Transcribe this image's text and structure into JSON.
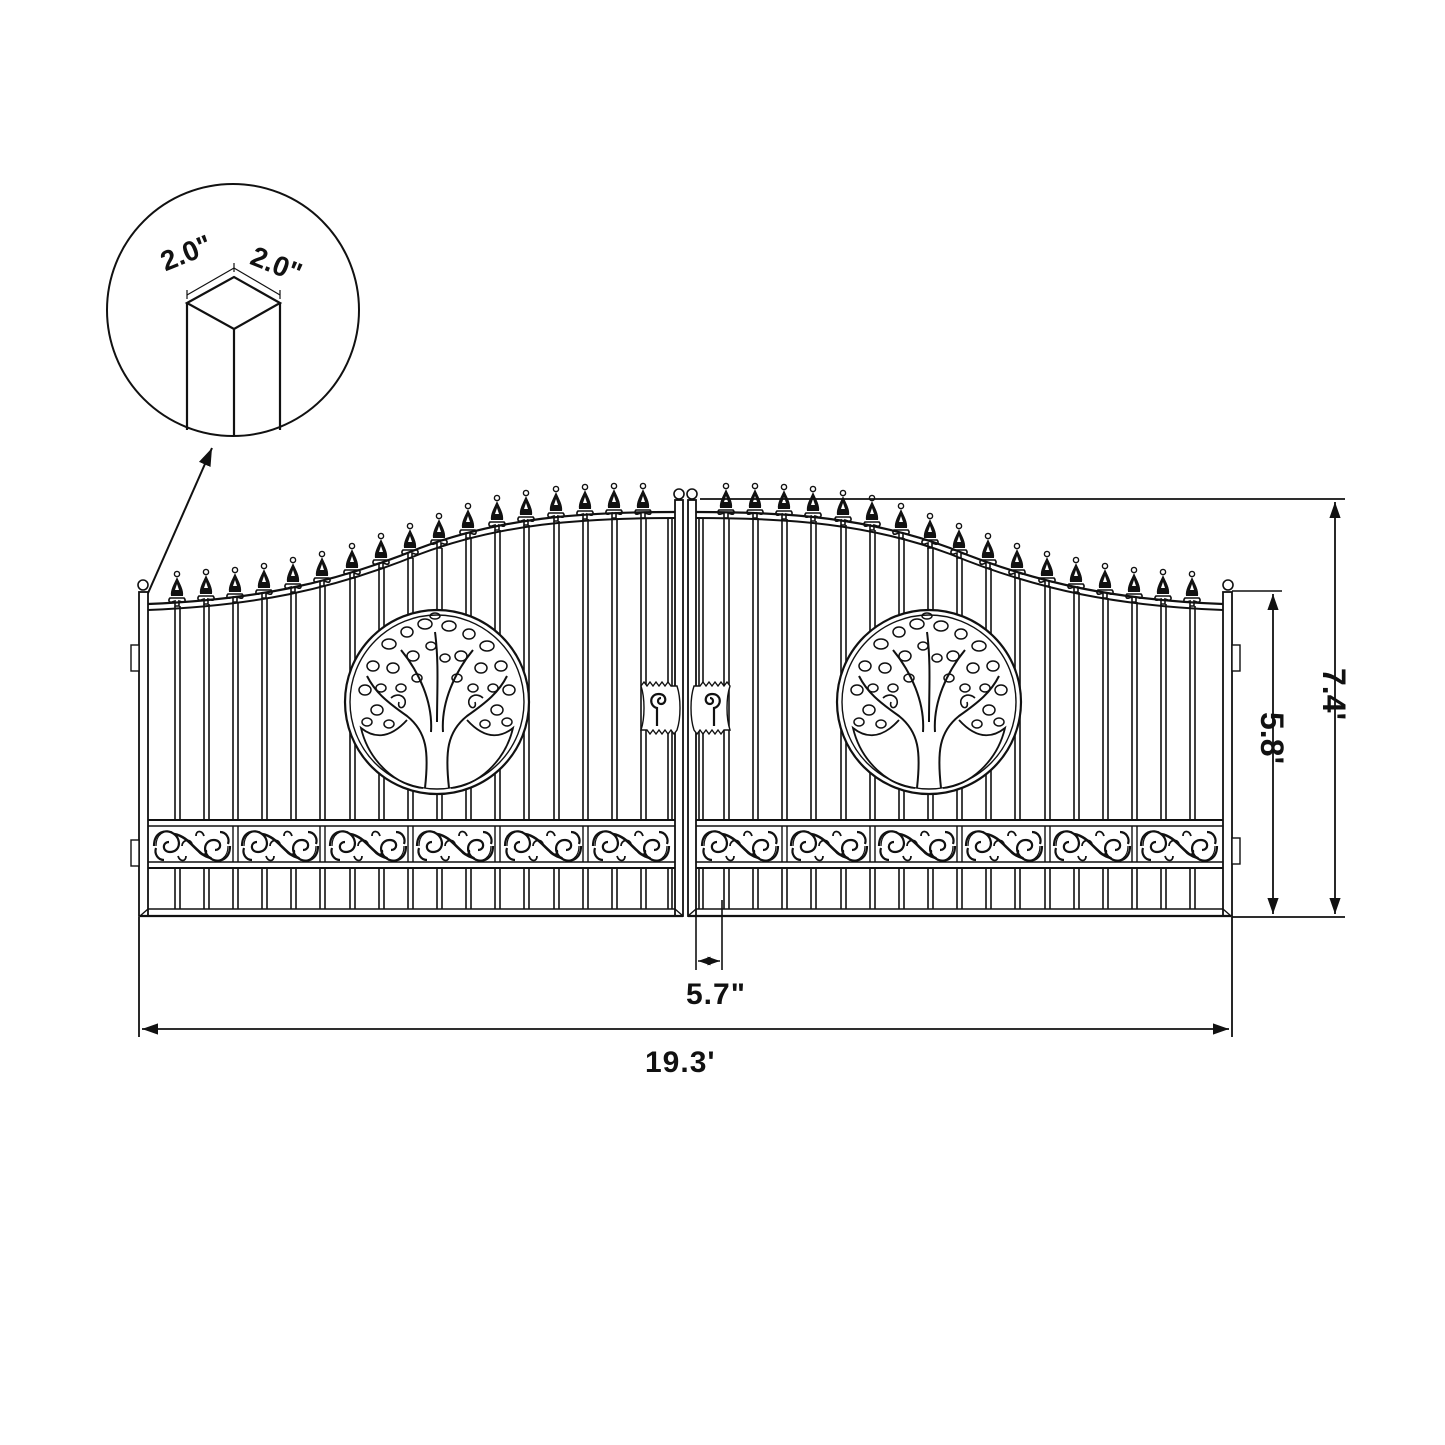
{
  "diagram": {
    "subject": "Double swing driveway gate with tree-of-life medallions",
    "colors": {
      "line": "#111111",
      "background": "#ffffff",
      "marker": "#e02020"
    },
    "dimensions": {
      "overall_width": "19.3'",
      "overall_height": "7.4'",
      "post_height": "5.8'",
      "center_gap": "5.7\"",
      "post_width_a": "2.0\"",
      "post_width_b": "2.0\""
    },
    "callout": {
      "label": "post cross-section detail",
      "shape": "square post"
    },
    "gates": [
      {
        "side": "left",
        "pickets": 18,
        "medallion": "tree-of-life",
        "scroll_panels": 6
      },
      {
        "side": "right",
        "pickets": 18,
        "medallion": "tree-of-life",
        "scroll_panels": 6
      }
    ]
  }
}
